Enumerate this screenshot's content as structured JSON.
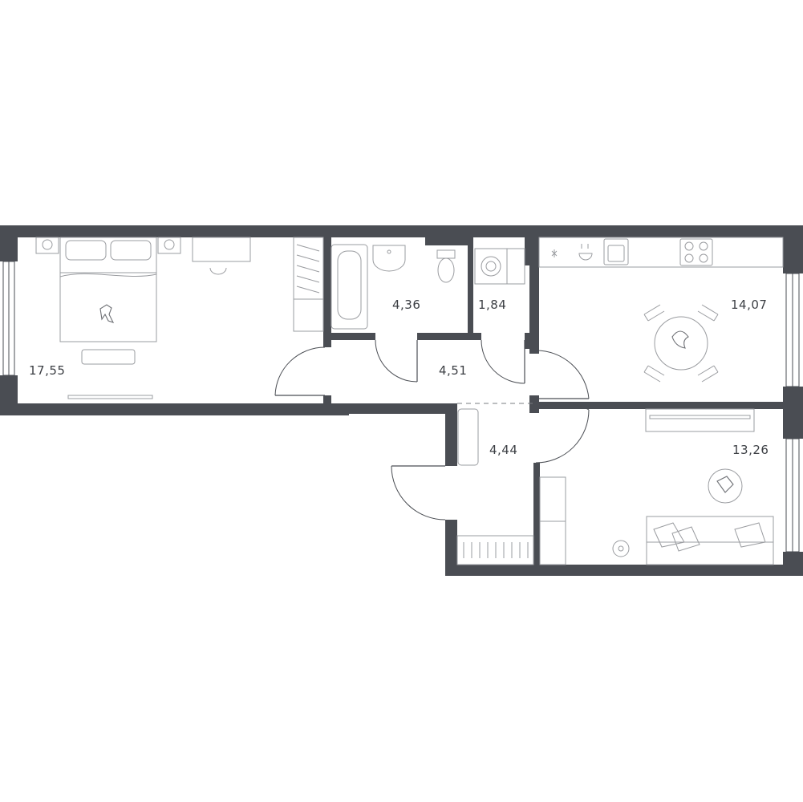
{
  "floor_plan": {
    "rooms": [
      {
        "id": "bedroom",
        "area": "17,55",
        "icon": "double-bed-icon"
      },
      {
        "id": "bathroom",
        "area": "4,36",
        "icon": "bathtub-icon"
      },
      {
        "id": "laundry",
        "area": "1,84",
        "icon": "washing-machine-icon"
      },
      {
        "id": "corridor",
        "area": "4,51"
      },
      {
        "id": "hallway",
        "area": "4,44"
      },
      {
        "id": "kitchen",
        "area": "14,07",
        "icon": "dining-table-icon"
      },
      {
        "id": "living-room",
        "area": "13,26",
        "icon": "sofa-icon"
      }
    ],
    "colors": {
      "wall": "#4a4d53",
      "furniture": "#9a9ca0",
      "background": "#ffffff"
    }
  }
}
